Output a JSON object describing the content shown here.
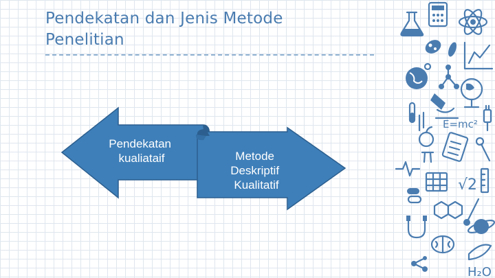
{
  "slide": {
    "title": "Pendekatan dan Jenis Metode Penelitian"
  },
  "diagram": {
    "left_arrow": {
      "line1": "Pendekatan",
      "line2": "kualiataif"
    },
    "right_arrow": {
      "line1": "Metode",
      "line2": "Deskriptif",
      "line3": "Kualitatif"
    }
  },
  "doodles": {
    "formula": "E=mc²",
    "root": "√2",
    "water": "H₂O"
  },
  "colors": {
    "accent": "#4a7cb0",
    "arrow_fill": "#3e7fb9",
    "arrow_edge": "#2c5f8f",
    "grid": "#dfe6ee"
  }
}
